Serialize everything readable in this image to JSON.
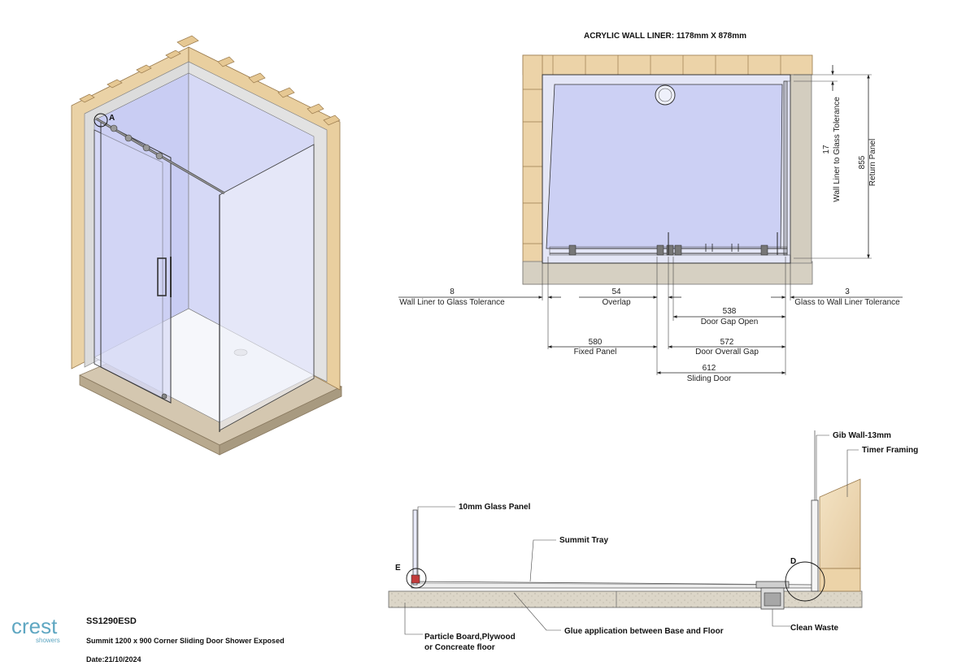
{
  "plan": {
    "title": "ACRYLIC WALL LINER: 1178mm X 878mm",
    "dims": {
      "left_tol_value": "8",
      "left_tol_label": "Wall Liner to Glass Tolerance",
      "overlap_value": "54",
      "overlap_label": "Overlap",
      "right_tol_value": "3",
      "right_tol_label": "Glass to Wall Liner Tolerance",
      "gap_open_value": "538",
      "gap_open_label": "Door Gap Open",
      "fixed_value": "580",
      "fixed_label": "Fixed Panel",
      "overall_value": "572",
      "overall_label": "Door Overall Gap",
      "sliding_value": "612",
      "sliding_label": "Sliding Door",
      "vert_tol_value": "17",
      "vert_tol_label": "Wall Liner to Glass Tolerance",
      "return_value": "855",
      "return_label": "Return Panel"
    }
  },
  "iso": {
    "callout_a": "A"
  },
  "section": {
    "gib_wall": "Gib Wall-13mm",
    "timber_framing": "Timer Framing",
    "glass_panel": "10mm Glass Panel",
    "summit_tray": "Summit Tray",
    "callout_e": "E",
    "callout_d": "D",
    "particle_board": "Particle Board,Plywood",
    "concrete": "or Concreate floor",
    "glue": "Glue application between Base and Floor",
    "clean_waste": "Clean Waste"
  },
  "titleblock": {
    "brand": "crest",
    "brand_sub": "showers",
    "code": "SS1290ESD",
    "description": "Summit 1200 x 900 Corner Sliding Door Shower Exposed",
    "date": "Date:21/10/2024"
  },
  "colors": {
    "timber": "#ecd3a8",
    "timber_stroke": "#9a7a4c",
    "wall_grey": "#dedede",
    "glass_blue": "#c8ccf2",
    "concrete": "#d6d0c2",
    "brand": "#5fa7c2"
  }
}
